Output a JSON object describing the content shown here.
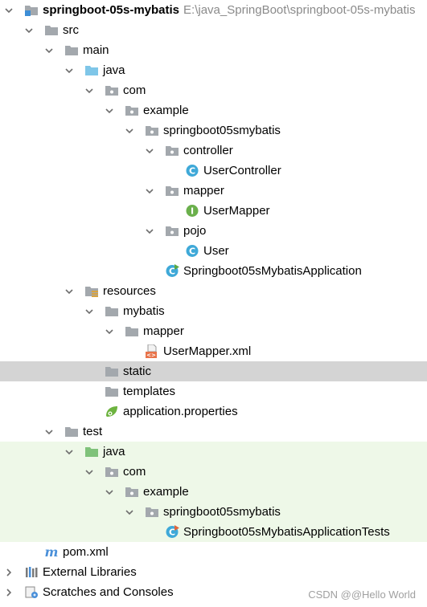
{
  "project": {
    "name": "springboot-05s-mybatis",
    "path": "E:\\java_SpringBoot\\springboot-05s-mybatis"
  },
  "tree": {
    "src": "src",
    "main": "main",
    "main_java": "java",
    "main_com": "com",
    "main_example": "example",
    "main_pkg": "springboot05smybatis",
    "controller": "controller",
    "user_controller": "UserController",
    "mapper": "mapper",
    "user_mapper": "UserMapper",
    "pojo": "pojo",
    "user": "User",
    "application": "Springboot05sMybatisApplication",
    "resources": "resources",
    "mybatis": "mybatis",
    "res_mapper": "mapper",
    "user_mapper_xml": "UserMapper.xml",
    "static": "static",
    "templates": "templates",
    "app_properties": "application.properties",
    "test": "test",
    "test_java": "java",
    "test_com": "com",
    "test_example": "example",
    "test_pkg": "springboot05smybatis",
    "app_tests": "Springboot05sMybatisApplicationTests",
    "pom": "pom.xml",
    "external_libraries": "External Libraries",
    "scratches": "Scratches and Consoles"
  },
  "watermark": "CSDN @@Hello World",
  "colors": {
    "selection": "#d4d4d4",
    "test_bg": "#eef8e8",
    "folder": "#a3a8ad",
    "source_folder": "#7fc6e8",
    "test_folder": "#7fc27a",
    "class_icon": "#3fa9d8",
    "interface_icon": "#6bb04c"
  }
}
